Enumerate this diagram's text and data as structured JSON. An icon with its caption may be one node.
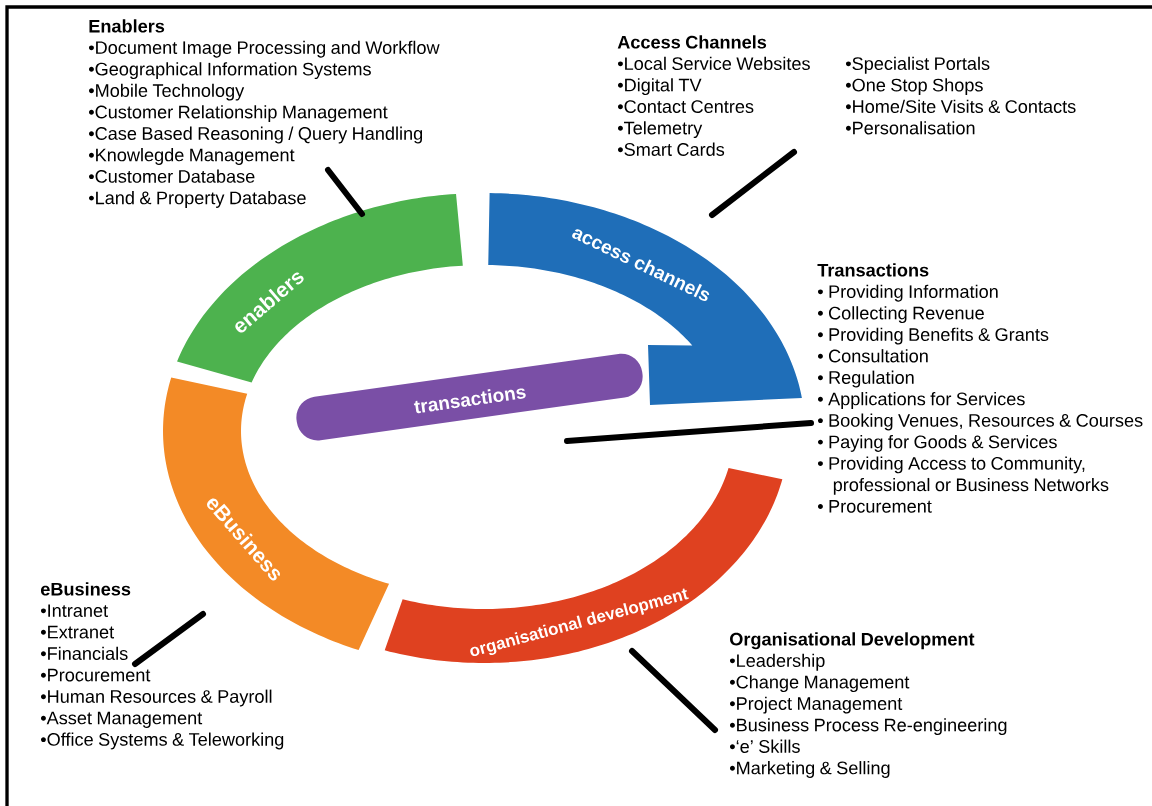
{
  "diagram": {
    "nodes": [
      {
        "text": [
          "Enablers",
          "•Document Image Processing and Workflow",
          "•Geographical Information Systems",
          "•Mobile Technology",
          "•Customer Relationship Management",
          "•Case Based Reasoning / Query Handling",
          "•Knowlegde Management",
          "•Customer Database",
          "•Land & Property Database"
        ]
      },
      {
        "text": [
          "Access Channels",
          "•Local Service Websites",
          "•Digital TV",
          "•Contact Centres",
          "•Telemetry",
          "•Smart Cards",
          "•Specialist Portals",
          "•One Stop Shops",
          "•Home/Site Visits & Contacts",
          "•Personalisation"
        ]
      },
      {
        "text": [
          "enablers"
        ]
      },
      {
        "text": [
          "access channels"
        ]
      },
      {
        "text": [
          "Transactions",
          "• Providing Information",
          "• Collecting Revenue",
          "• Providing Benefits & Grants",
          "• Consultation",
          "• Regulation",
          "• Applications for Services",
          "• Booking Venues, Resources & Courses",
          "• Paying for Goods & Services",
          "• Providing Access to Community, professional or Business Networks",
          "• Procurement"
        ]
      },
      {
        "text": [
          "transactions"
        ]
      },
      {
        "text": [
          "eBusiness"
        ]
      },
      {
        "text": [
          "organisational development"
        ]
      },
      {
        "text": [
          "eBusiness",
          "•Intranet",
          "•Extranet",
          "•Financials",
          "•Procurement",
          "•Human Resources & Payroll",
          "•Asset Management",
          "•Office Systems & Teleworking"
        ]
      },
      {
        "text": [
          "Organisational Development",
          "•Leadership",
          "•Change Management",
          "•Project Management",
          "•Business Process Re-engineering",
          "•‘e’ Skills",
          "•Marketing & Selling"
        ]
      }
    ],
    "edges": [
      {
        "from": 0,
        "to": 2,
        "arrow": "none"
      },
      {
        "from": 1,
        "to": 3,
        "arrow": "none"
      },
      {
        "from": 4,
        "to": 5,
        "arrow": "none"
      },
      {
        "from": 8,
        "to": 6,
        "arrow": "none"
      },
      {
        "from": 9,
        "to": 7,
        "arrow": "none"
      }
    ]
  }
}
